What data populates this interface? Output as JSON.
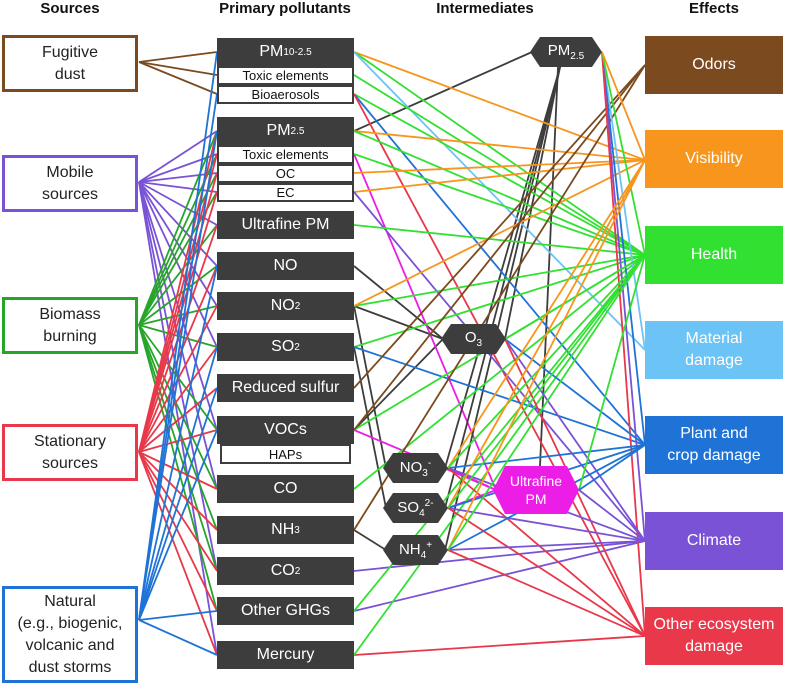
{
  "headers": {
    "sources": "Sources",
    "primary": "Primary pollutants",
    "intermediates": "Intermediates",
    "effects": "Effects"
  },
  "sources": [
    {
      "id": "fugitive",
      "label": "Fugitive\ndust",
      "color": "#7b4a1e"
    },
    {
      "id": "mobile",
      "label": "Mobile\nsources",
      "color": "#7a52d6"
    },
    {
      "id": "biomass",
      "label": "Biomass\nburning",
      "color": "#26a52a"
    },
    {
      "id": "stationary",
      "label": "Stationary\nsources",
      "color": "#e8384a"
    },
    {
      "id": "natural",
      "label": "Natural\n(e.g., biogenic,\nvolcanic and\ndust storms",
      "color": "#1f73d6"
    }
  ],
  "primary": [
    {
      "id": "pm10",
      "label": "PM",
      "sub": "10-2.5"
    },
    {
      "id": "pm25",
      "label": "PM",
      "sub": "2.5"
    },
    {
      "id": "ufp",
      "label": "Ultrafine PM"
    },
    {
      "id": "no",
      "label": "NO"
    },
    {
      "id": "no2",
      "label": "NO",
      "sub": "2"
    },
    {
      "id": "so2",
      "label": "SO",
      "sub": "2"
    },
    {
      "id": "rs",
      "label": "Reduced sulfur"
    },
    {
      "id": "voc",
      "label": "VOCs"
    },
    {
      "id": "co",
      "label": "CO"
    },
    {
      "id": "nh3",
      "label": "NH",
      "sub": "3"
    },
    {
      "id": "co2",
      "label": "CO",
      "sub": "2"
    },
    {
      "id": "ghg",
      "label": "Other GHGs"
    },
    {
      "id": "hg",
      "label": "Mercury"
    }
  ],
  "primary_subitems": [
    {
      "id": "pm10-tox",
      "label": "Toxic elements"
    },
    {
      "id": "pm10-bio",
      "label": "Bioaerosols"
    },
    {
      "id": "pm25-tox",
      "label": "Toxic elements"
    },
    {
      "id": "pm25-oc",
      "label": "OC"
    },
    {
      "id": "pm25-ec",
      "label": "EC"
    },
    {
      "id": "voc-hap",
      "label": "HAPs"
    }
  ],
  "intermediates": [
    {
      "id": "i-pm25",
      "label": "PM",
      "sub": "2.5",
      "color": "#3d3d3d"
    },
    {
      "id": "i-o3",
      "label": "O",
      "sub": "3",
      "color": "#3d3d3d"
    },
    {
      "id": "i-no3",
      "label": "NO",
      "sub": "3",
      "sup": "-",
      "color": "#3d3d3d"
    },
    {
      "id": "i-so4",
      "label": "SO",
      "sub": "4",
      "sup": "2-",
      "color": "#3d3d3d"
    },
    {
      "id": "i-nh4",
      "label": "NH",
      "sub": "4",
      "sup": "+",
      "color": "#3d3d3d"
    },
    {
      "id": "i-ufp",
      "label": "Ultrafine\nPM",
      "color": "#ec1de6"
    }
  ],
  "effects": [
    {
      "id": "odors",
      "label": "Odors",
      "color": "#7b4a1e"
    },
    {
      "id": "vis",
      "label": "Visibility",
      "color": "#f7951d"
    },
    {
      "id": "health",
      "label": "Health",
      "color": "#32e032"
    },
    {
      "id": "mat",
      "label": "Material\ndamage",
      "color": "#6cc3f5"
    },
    {
      "id": "plant",
      "label": "Plant and\ncrop damage",
      "color": "#1f73d6"
    },
    {
      "id": "climate",
      "label": "Climate",
      "color": "#7a52d6"
    },
    {
      "id": "eco",
      "label": "Other ecosystem\ndamage",
      "color": "#e8384a"
    }
  ],
  "link_colors": {
    "line_dark": "#3d3d3d"
  }
}
